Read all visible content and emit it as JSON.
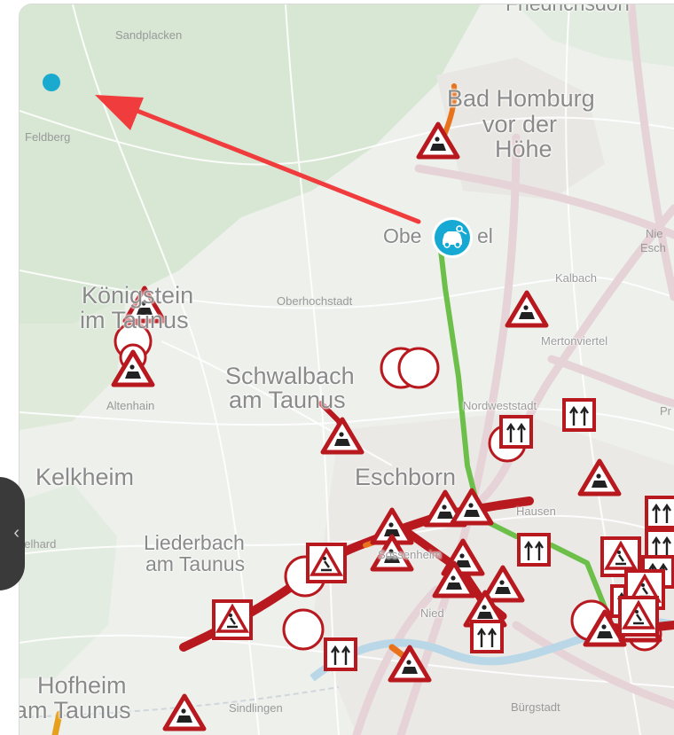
{
  "labels": [
    {
      "id": "friedrichsdorf",
      "text": "Friedrichsdorf",
      "cls": "mid halo"
    },
    {
      "id": "sandplacken",
      "text": "Sandplacken",
      "cls": "sm"
    },
    {
      "id": "bad-homburg-1",
      "text": "Bad Homburg",
      "cls": "big halo"
    },
    {
      "id": "bad-homburg-2",
      "text": "vor der",
      "cls": "big halo"
    },
    {
      "id": "bad-homburg-3",
      "text": "Höhe",
      "cls": "big halo"
    },
    {
      "id": "feldberg",
      "text": "Feldberg",
      "cls": "sm"
    },
    {
      "id": "oberursel-1",
      "text": "Obe",
      "cls": "mid halo"
    },
    {
      "id": "oberursel-2",
      "text": "el",
      "cls": "mid halo"
    },
    {
      "id": "nieder-esch-1",
      "text": "Nie",
      "cls": "sm"
    },
    {
      "id": "nieder-esch-2",
      "text": "Esch",
      "cls": "sm"
    },
    {
      "id": "kalbach",
      "text": "Kalbach",
      "cls": "sm halo"
    },
    {
      "id": "oberhochstadt",
      "text": "Oberhochstadt",
      "cls": "sm"
    },
    {
      "id": "koenigstein-1",
      "text": "Königstein",
      "cls": "big halo"
    },
    {
      "id": "koenigstein-2",
      "text": "im Taunus",
      "cls": "big halo"
    },
    {
      "id": "mertonviertel",
      "text": "Mertonviertel",
      "cls": "sm halo"
    },
    {
      "id": "schwalbach-1",
      "text": "Schwalbach",
      "cls": "big halo"
    },
    {
      "id": "schwalbach-2",
      "text": "am Taunus",
      "cls": "big halo"
    },
    {
      "id": "altenhain",
      "text": "Altenhain",
      "cls": "sm"
    },
    {
      "id": "nordweststadt",
      "text": "Nordweststadt",
      "cls": "sm halo"
    },
    {
      "id": "pr",
      "text": "Pr",
      "cls": "sm"
    },
    {
      "id": "kelkheim",
      "text": "Kelkheim",
      "cls": "big halo"
    },
    {
      "id": "eschborn",
      "text": "Eschborn",
      "cls": "big halo"
    },
    {
      "id": "hausen",
      "text": "Hausen",
      "cls": "sm halo"
    },
    {
      "id": "delhard",
      "text": "delhard",
      "cls": "sm"
    },
    {
      "id": "liederbach-1",
      "text": "Liederbach",
      "cls": "mid halo"
    },
    {
      "id": "liederbach-2",
      "text": "am Taunus",
      "cls": "mid halo"
    },
    {
      "id": "sossenheim",
      "text": "Sossenheim",
      "cls": "sm halo"
    },
    {
      "id": "nied",
      "text": "Nied",
      "cls": "sm halo"
    },
    {
      "id": "hofheim-1",
      "text": "Hofheim",
      "cls": "big halo"
    },
    {
      "id": "hofheim-2",
      "text": "am Taunus",
      "cls": "big halo"
    },
    {
      "id": "sindlingen",
      "text": "Sindlingen",
      "cls": "sm"
    },
    {
      "id": "buergerstadt",
      "text": "Bürgstadt",
      "cls": "sm"
    }
  ],
  "markers": {
    "origin_dot_color": "#1aa9cf",
    "car_marker_color": "#15a9d4",
    "car_marker_icon": "car-key-icon",
    "arrow_color": "#f03c3c",
    "route_green": "#6cc04a",
    "traffic_red": "#b8191f",
    "traffic_orange": "#e8731c"
  },
  "incident_icons": {
    "roadworks": "roadworks-warning-sign-icon",
    "congestion": "traffic-jam-warning-sign-icon",
    "lane_info": "lane-info-sign-icon",
    "closure": "road-closure-sign-icon"
  },
  "side_button": {
    "icon": "chevron-left-icon",
    "glyph": "‹"
  }
}
